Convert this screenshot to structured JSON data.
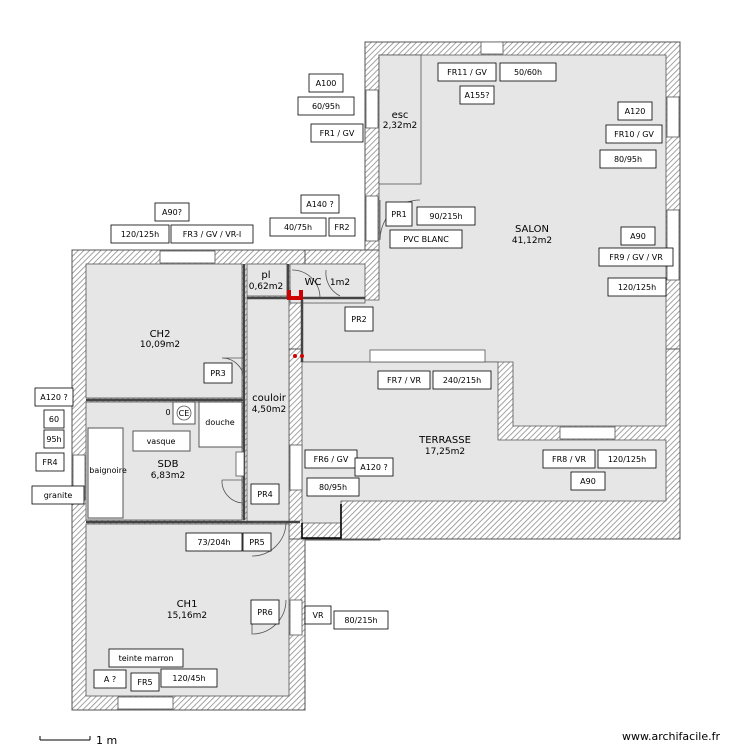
{
  "rooms": {
    "esc": {
      "name": "esc",
      "area": "2,32m2"
    },
    "salon": {
      "name": "SALON",
      "area": "41,12m2"
    },
    "pl": {
      "name": "pl",
      "area": "0,62m2"
    },
    "wc": {
      "name": "WC",
      "area": "1m2"
    },
    "ch2": {
      "name": "CH2",
      "area": "10,09m2"
    },
    "couloir": {
      "name": "couloir",
      "area": "4,50m2"
    },
    "terrasse": {
      "name": "TERRASSE",
      "area": "17,25m2"
    },
    "sdb": {
      "name": "SDB",
      "area": "6,83m2"
    },
    "ch1": {
      "name": "CH1",
      "area": "15,16m2"
    }
  },
  "fixtures": {
    "douche": "douche",
    "vasque": "vasque",
    "baignoire": "baignoire",
    "ce": "CE",
    "o": "0"
  },
  "tags": {
    "a100": "A100",
    "t60_95h": "60/95h",
    "fr1_gv": "FR1 / GV",
    "fr11_gv": "FR11 / GV",
    "t50_60h": "50/60h",
    "a155": "A155?",
    "a120_top": "A120",
    "fr10_gv": "FR10 / GV",
    "t80_95h_right": "80/95h",
    "a90_top": "A90?",
    "t120_125h_left": "120/125h",
    "fr3": "FR3 / GV / VR-I",
    "a140": "A140 ?",
    "t40_75h": "40/75h",
    "fr2": "FR2",
    "pr1": "PR1",
    "t90_215h": "90/215h",
    "pvc_blanc": "PVC BLANC",
    "a90_right": "A90",
    "fr9": "FR9 / GV / VR",
    "t120_125h_right": "120/125h",
    "pr2": "PR2",
    "pr3": "PR3",
    "fr7_vr": "FR7 / VR",
    "t240_215h": "240/215h",
    "a120_left": "A120 ?",
    "t60_left": "60",
    "t95h_left": "95h",
    "fr4": "FR4",
    "granite": "granite",
    "fr6_gv": "FR6 / GV",
    "a120_mid": "A120 ?",
    "t80_95h_mid": "80/95h",
    "pr4": "PR4",
    "fr8_vr": "FR8 / VR",
    "t120_125h_bottom": "120/125h",
    "a90_bottom": "A90",
    "t73_204h": "73/204h",
    "pr5": "PR5",
    "pr6": "PR6",
    "vr": "VR",
    "t80_215h": "80/215h",
    "teinte_marron": "teinte marron",
    "a_q": "A ?",
    "fr5": "FR5",
    "t120_45h": "120/45h"
  },
  "footer": {
    "scale": "1 m",
    "site": "www.archifacile.fr"
  },
  "colors": {
    "wall_hatch": "#8c8c8c",
    "floor": "#e6e6e6",
    "marker_red": "#d00000"
  }
}
